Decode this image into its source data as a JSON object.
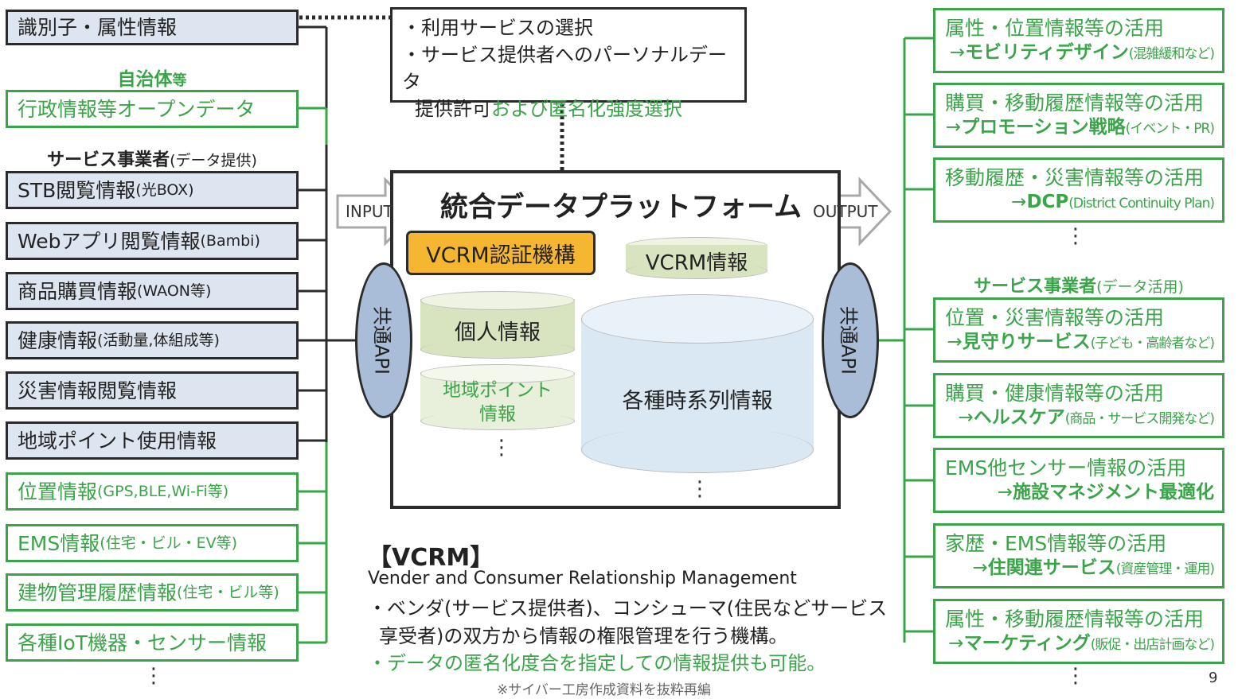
{
  "left_top": {
    "label": "識別子・属性情報"
  },
  "left_heading_municipality": {
    "label": "自治体",
    "suffix": "等"
  },
  "left_open_data": {
    "label": "行政情報等オープンデータ"
  },
  "left_heading_providers": {
    "label": "サービス事業者",
    "suffix": "(データ提供)"
  },
  "left_inputs": [
    {
      "label": "STB閲覧情報",
      "note": "(光BOX)"
    },
    {
      "label": "Webアプリ閲覧情報",
      "note": "(Bambi)"
    },
    {
      "label": "商品購買情報",
      "note": "(WAON等)"
    },
    {
      "label": "健康情報",
      "note": "(活動量,体組成等)"
    },
    {
      "label": "災害情報閲覧情報",
      "note": ""
    },
    {
      "label": "地域ポイント使用情報",
      "note": ""
    }
  ],
  "left_sensors": [
    {
      "label": "位置情報",
      "note": "(GPS,BLE,Wi-Fi等)"
    },
    {
      "label": "EMS情報",
      "note": "(住宅・ビル・EV等)"
    },
    {
      "label": "建物管理履歴情報",
      "note": "(住宅・ビル等)"
    },
    {
      "label": "各種IoT機器・センサー情報",
      "note": ""
    }
  ],
  "left_more": "⋮",
  "service_select": {
    "line1": "・利用サービスの選択",
    "line2": "・サービス提供者へのパーソナルデータ",
    "line3_black": "提供許可",
    "line3_green": "および匿名化強度選択"
  },
  "platform": {
    "title": "統合データプラットフォーム",
    "auth": "VCRM認証機構",
    "vcrm_info": "VCRM情報",
    "personal": "個人情報",
    "points": "地域ポイント情報",
    "points_l1": "地域ポイント",
    "points_l2": "情報",
    "timeseries": "各種時系列情報",
    "dots": "⋮"
  },
  "input_label": "INPUT",
  "output_label": "OUTPUT",
  "api_left": "共通API",
  "api_right": "共通API",
  "right_heading_providers": {
    "label": "サービス事業者",
    "suffix": "(データ活用)"
  },
  "right_outputs_group1": [
    {
      "l1": "属性・位置情報等の活用",
      "arrow": "→",
      "bold": "モビリティデザイン",
      "note": "(混雑緩和など)"
    },
    {
      "l1": "購買・移動履歴情報等の活用",
      "arrow": "→",
      "bold": "プロモーション戦略",
      "note": "(イベント・PR)"
    },
    {
      "l1": "移動履歴・災害情報等の活用",
      "arrow": "→",
      "bold": "DCP",
      "note": "(District Continuity Plan)"
    }
  ],
  "right_outputs_group2": [
    {
      "l1": "位置・災害情報等の活用",
      "arrow": "→",
      "bold": "見守りサービス",
      "note": "(子ども・高齢者など)"
    },
    {
      "l1": "購買・健康情報等の活用",
      "arrow": "→",
      "bold": "ヘルスケア",
      "note": "(商品・サービス開発など)"
    },
    {
      "l1": "EMS他センサー情報の活用",
      "arrow": "→",
      "bold": "施設マネジメント最適化",
      "note": ""
    },
    {
      "l1": "家歴・EMS情報等の活用",
      "arrow": "→",
      "bold": "住関連サービス",
      "note": "(資産管理・運用)"
    },
    {
      "l1": "属性・移動履歴情報等の活用",
      "arrow": "→",
      "bold": "マーケティング",
      "note": "(販促・出店計画など)"
    }
  ],
  "right_more_1": "⋮",
  "right_more_2": "⋮",
  "vcrm_note": {
    "title": "【VCRM】",
    "subtitle": "Vender and Consumer Relationship Management",
    "bullet1_a": "・ベンダ(サービス提供者)、コンシューマ(住民などサービス",
    "bullet1_b": "享受者)の双方から情報の権限管理を行う機構。",
    "bullet2": "・データの匿名化度合を指定しての情報提供も可能。"
  },
  "footer": "※サイバー工房作成資料を抜粋再編",
  "page_number": "9",
  "colors": {
    "green": "#3aa548",
    "blue_fill": "#dde5f0",
    "orange": "#f5b731",
    "api_fill": "#a9bcd8"
  }
}
